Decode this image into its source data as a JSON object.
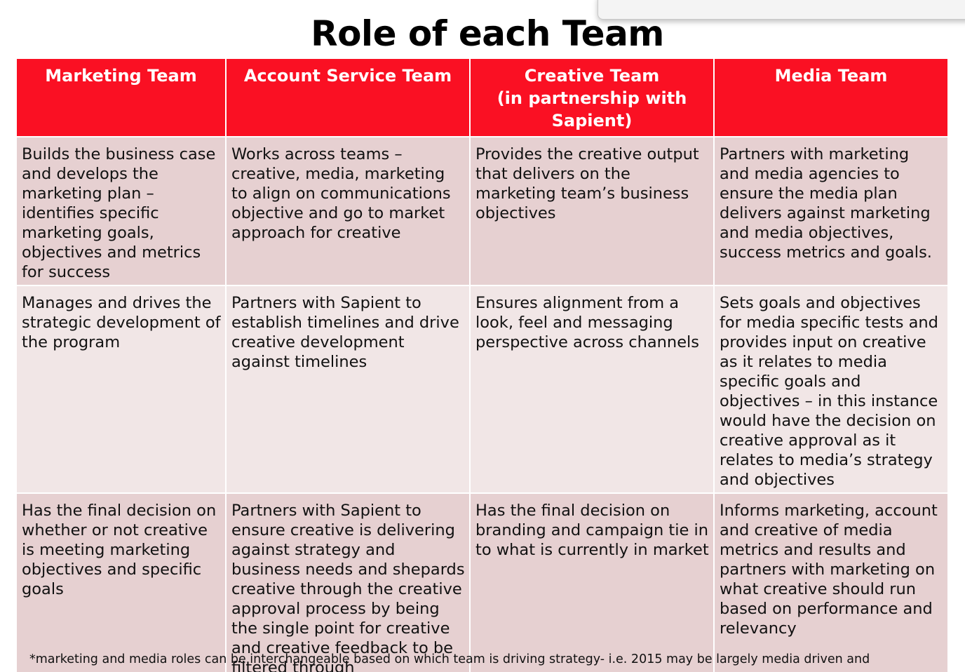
{
  "slide": {
    "title": "Role of each Team"
  },
  "table": {
    "headers": [
      "Marketing  Team",
      "Account Service Team",
      "Creative Team\n(in partnership with Sapient)",
      "Media Team"
    ],
    "rows": [
      [
        "Builds the business case and develops the marketing plan – identifies specific marketing goals, objectives and metrics for success",
        "Works across teams – creative, media, marketing to align on communications objective and go to market approach for creative",
        "Provides the creative output that delivers on the marketing team’s business objectives",
        "Partners with marketing and media agencies to ensure the media plan delivers against marketing and media objectives, success metrics and goals."
      ],
      [
        "Manages and drives the strategic development of the program",
        "Partners with Sapient to establish timelines and drive creative development against timelines",
        "Ensures alignment from a look, feel and messaging perspective across channels",
        "Sets goals and objectives for media specific tests and provides input on creative as it relates to media specific goals and objectives – in this instance would have the decision on creative approval as it relates to media’s strategy and objectives"
      ],
      [
        "Has the final decision on whether or not creative is meeting marketing objectives and specific goals",
        "Partners with Sapient to ensure creative is delivering against strategy and business needs and shepards creative through the creative approval process by being the single point for creative and creative feedback to be filtered through",
        "Has the final decision on branding and campaign tie in to what is currently in market",
        "Informs marketing, account and creative of media metrics and results and partners with marketing on what creative should run based on performance and relevancy"
      ]
    ]
  },
  "footnote": "*marketing and media roles can be interchangeable based on which team is driving strategy- i.e. 2015 may be largely media driven and",
  "colors": {
    "header_bg": "#fa1023",
    "row_dark_bg": "#e6d0d1",
    "row_light_bg": "#f1e6e6"
  }
}
